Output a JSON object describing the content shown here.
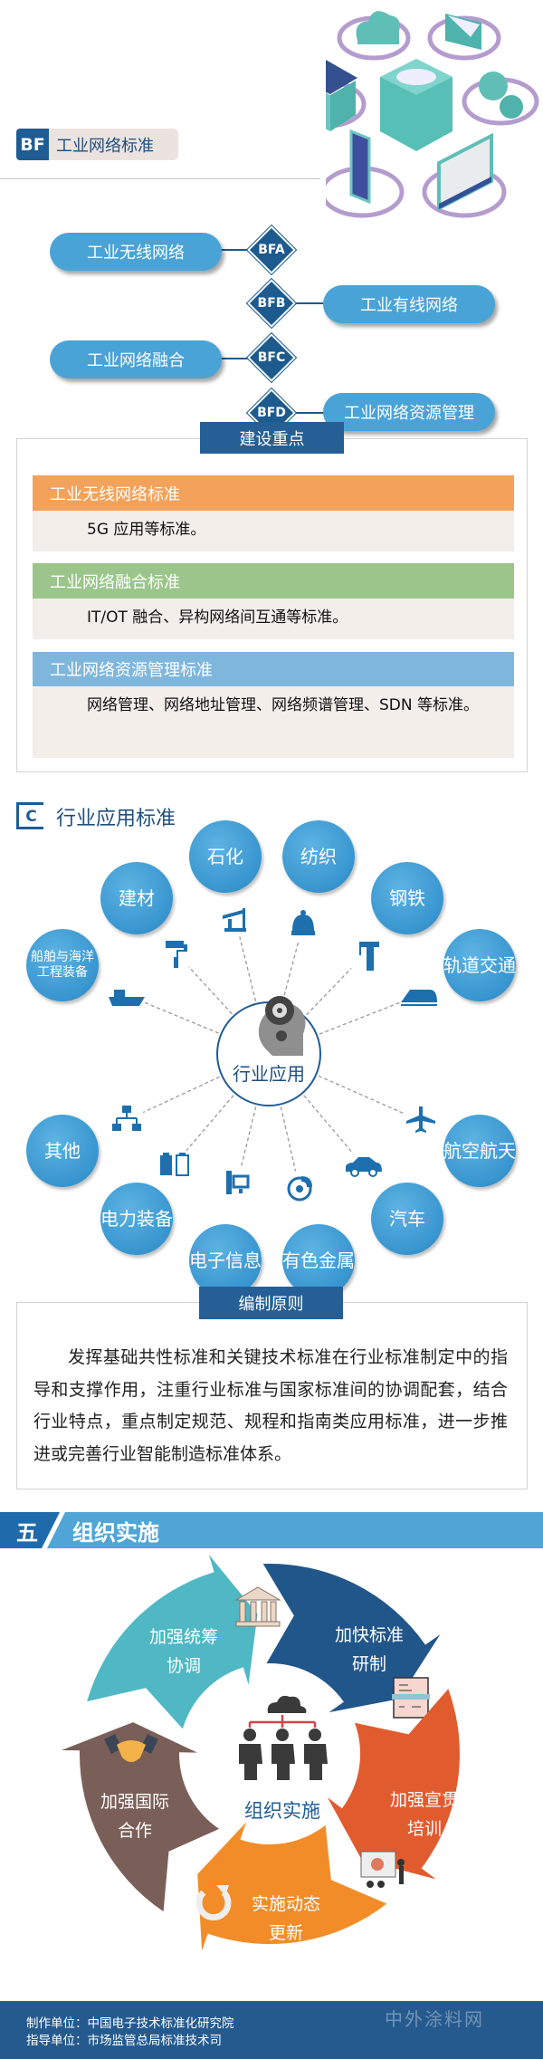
{
  "bf_section": {
    "badge": "BF",
    "title": "工业网络标准",
    "nodes": [
      {
        "code": "BFA",
        "label": "工业无线网络"
      },
      {
        "code": "BFB",
        "label": "工业有线网络"
      },
      {
        "code": "BFC",
        "label": "工业网络融合"
      },
      {
        "code": "BFD",
        "label": "工业网络资源管理"
      }
    ]
  },
  "key_points": {
    "title": "建设重点",
    "items": [
      {
        "heading": "工业无线网络标准",
        "body": "5G 应用等标准。",
        "color": "#f2a25b"
      },
      {
        "heading": "工业网络融合标准",
        "body": "IT/OT 融合、异构网络间互通等标准。",
        "color": "#9bc58a"
      },
      {
        "heading": "工业网络资源管理标准",
        "body": "网络管理、网络地址管理、网络频谱管理、SDN 等标准。",
        "color": "#7fb6dc"
      }
    ]
  },
  "c_section": {
    "badge": "C",
    "title": "行业应用标准",
    "center": "行业应用",
    "industries": [
      {
        "label": "石化",
        "icon": "oil-pump-icon"
      },
      {
        "label": "纺织",
        "icon": "knit-hat-icon"
      },
      {
        "label": "建材",
        "icon": "paint-roller-icon"
      },
      {
        "label": "钢铁",
        "icon": "crane-icon"
      },
      {
        "label": "船舶与海洋工程装备",
        "icon": "ship-icon"
      },
      {
        "label": "轨道交通",
        "icon": "train-icon"
      },
      {
        "label": "其他",
        "icon": "org-chart-icon"
      },
      {
        "label": "航空航天",
        "icon": "airplane-icon"
      },
      {
        "label": "电力装备",
        "icon": "battery-icon"
      },
      {
        "label": "汽车",
        "icon": "car-icon"
      },
      {
        "label": "电子信息",
        "icon": "computer-icon"
      },
      {
        "label": "有色金属",
        "icon": "brake-disc-icon"
      }
    ]
  },
  "principles": {
    "title": "编制原则",
    "text": "发挥基础共性标准和关键技术标准在行业标准制定中的指导和支撑作用，注重行业标准与国家标准间的协调配套，结合行业特点，重点制定规范、规程和指南类应用标准，进一步推进或完善行业智能制造标准体系。"
  },
  "section5": {
    "number": "五",
    "title": "组织实施",
    "center": "组织实施",
    "steps": [
      {
        "line1": "加强统筹",
        "line2": "协调",
        "color": "#4fb8c4",
        "icon": "bank-icon"
      },
      {
        "line1": "加快标准",
        "line2": "研制",
        "color": "#21568a",
        "icon": "document-icon"
      },
      {
        "line1": "加强宣贯",
        "line2": "培训",
        "color": "#e05c2e",
        "icon": "presentation-icon"
      },
      {
        "line1": "实施动态",
        "line2": "更新",
        "color": "#f28c28",
        "icon": "refresh-icon"
      },
      {
        "line1": "加强国际",
        "line2": "合作",
        "color": "#7a5f58",
        "icon": "handshake-icon"
      }
    ]
  },
  "footer": {
    "producer": "制作单位：中国电子技术标准化研究院",
    "guide": "指导单位：市场监管总局标准技术司",
    "watermark": "中外涂料网"
  }
}
